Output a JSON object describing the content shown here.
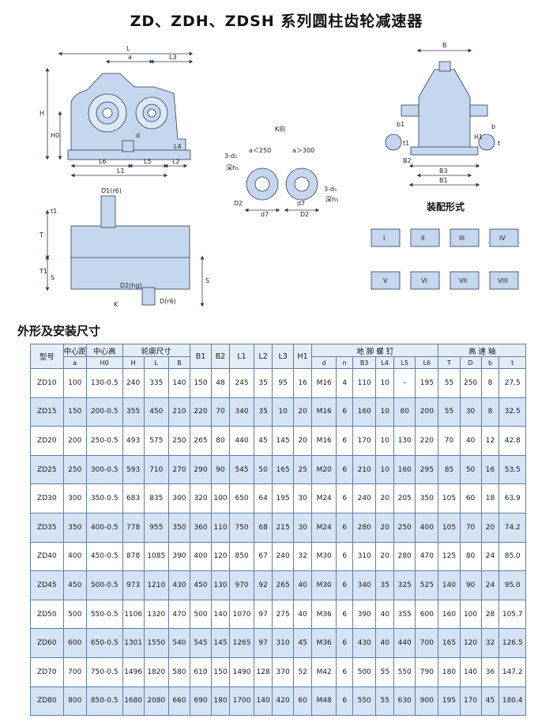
{
  "title": "ZD、ZDH、ZDSH 系列圆柱齿轮减速器",
  "drawing_labels": {
    "front": {
      "L": "L",
      "a": "a",
      "L3": "L3",
      "H": "H",
      "H0": "H0",
      "d": "d",
      "L4": "L4",
      "L6": "L6",
      "L5": "L5",
      "L2": "L2",
      "L1": "L1"
    },
    "side": {
      "B": "B",
      "b1": "b1",
      "t1": "t1",
      "b": "b",
      "t": "t",
      "H1": "H1",
      "B2": "B2",
      "B3": "B3",
      "B1": "B1"
    },
    "kview": {
      "title": "K向",
      "left_cond": "a＜250",
      "right_cond": "a＞300",
      "d5_left": "3-d₅",
      "h5_left": "深h₅",
      "d5_right": "3-d₅",
      "h5_right": "深h₅",
      "D2_left": "D2",
      "d7_left": "d7",
      "d7_right": "d7",
      "D2_right": "D2"
    },
    "top": {
      "D1": "D1(r6)",
      "t1": "t1",
      "T": "T",
      "T1": "T1",
      "S": "S",
      "S2": "S",
      "D2hg": "D2(hg)",
      "K": "K",
      "D": "D(r6)"
    },
    "assembly": {
      "title": "装配形式",
      "forms": [
        "I",
        "II",
        "III",
        "IV",
        "V",
        "VI",
        "VII",
        "VIII"
      ]
    }
  },
  "section_title": "外形及安装尺寸",
  "table": {
    "header_top": {
      "model": "型号",
      "a": "中心距",
      "h0": "中心高",
      "outline": "轮廓尺寸",
      "B1": "B1",
      "B2": "B2",
      "L1": "L1",
      "L2": "L2",
      "L3": "L3",
      "H1": "H1",
      "bolts": "地 脚 螺 钉",
      "shaft": "高 速 轴"
    },
    "header_sub": {
      "a": "a",
      "h0": "H0",
      "H": "H",
      "L": "L",
      "B": "B",
      "d": "d",
      "n": "n",
      "B3": "B3",
      "L4": "L4",
      "L5": "L5",
      "L6": "L6",
      "T": "T",
      "D": "D",
      "b": "b",
      "t": "t"
    },
    "rows": [
      [
        "ZD10",
        "100",
        "130-0.5",
        "240",
        "335",
        "140",
        "150",
        "48",
        "245",
        "35",
        "95",
        "16",
        "M16",
        "4",
        "110",
        "10",
        "–",
        "195",
        "55",
        "250",
        "8",
        "27.5"
      ],
      [
        "ZD15",
        "150",
        "200-0.5",
        "355",
        "450",
        "210",
        "220",
        "70",
        "340",
        "35",
        "10",
        "20",
        "M16",
        "6",
        "160",
        "10",
        "80",
        "200",
        "55",
        "30",
        "8",
        "32.5"
      ],
      [
        "ZD20",
        "200",
        "250-0.5",
        "493",
        "575",
        "250",
        "265",
        "80",
        "440",
        "45",
        "145",
        "20",
        "M16",
        "6",
        "170",
        "10",
        "130",
        "220",
        "70",
        "40",
        "12",
        "42.8"
      ],
      [
        "ZD25",
        "250",
        "300-0.5",
        "593",
        "710",
        "270",
        "290",
        "90",
        "545",
        "50",
        "165",
        "25",
        "M20",
        "6",
        "210",
        "10",
        "160",
        "295",
        "85",
        "50",
        "16",
        "53.5"
      ],
      [
        "ZD30",
        "300",
        "350-0.5",
        "683",
        "835",
        "300",
        "320",
        "100",
        "650",
        "64",
        "195",
        "30",
        "M24",
        "6",
        "240",
        "20",
        "205",
        "350",
        "105",
        "60",
        "18",
        "63.9"
      ],
      [
        "ZD35",
        "350",
        "400-0.5",
        "778",
        "955",
        "350",
        "360",
        "110",
        "750",
        "68",
        "215",
        "30",
        "M24",
        "6",
        "280",
        "20",
        "250",
        "400",
        "105",
        "70",
        "20",
        "74.2"
      ],
      [
        "ZD40",
        "400",
        "450-0.5",
        "878",
        "1085",
        "390",
        "400",
        "120",
        "850",
        "67",
        "240",
        "32",
        "M30",
        "6",
        "310",
        "20",
        "280",
        "470",
        "125",
        "80",
        "24",
        "85.0"
      ],
      [
        "ZD45",
        "450",
        "500-0.5",
        "973",
        "1210",
        "430",
        "450",
        "130",
        "970",
        "92",
        "265",
        "40",
        "M30",
        "6",
        "340",
        "35",
        "325",
        "525",
        "140",
        "90",
        "24",
        "95.0"
      ],
      [
        "ZD50",
        "500",
        "550-0.5",
        "1106",
        "1320",
        "470",
        "500",
        "140",
        "1070",
        "97",
        "275",
        "40",
        "M36",
        "6",
        "390",
        "40",
        "355",
        "600",
        "160",
        "100",
        "28",
        "105.7"
      ],
      [
        "ZD60",
        "600",
        "650-0.5",
        "1301",
        "1550",
        "540",
        "545",
        "145",
        "1265",
        "97",
        "310",
        "45",
        "M36",
        "6",
        "430",
        "40",
        "440",
        "700",
        "165",
        "120",
        "32",
        "126.5"
      ],
      [
        "ZD70",
        "700",
        "750-0.5",
        "1496",
        "1820",
        "580",
        "610",
        "150",
        "1490",
        "128",
        "370",
        "52",
        "M42",
        "6",
        "500",
        "55",
        "550",
        "790",
        "180",
        "140",
        "36",
        "147.2"
      ],
      [
        "ZD80",
        "800",
        "850-0.5",
        "1680",
        "2080",
        "660",
        "690",
        "180",
        "1700",
        "140",
        "420",
        "60",
        "M48",
        "6",
        "550",
        "55",
        "630",
        "900",
        "195",
        "170",
        "45",
        "180.4"
      ]
    ]
  },
  "colors": {
    "drawing_fill": "#c5d7ee",
    "drawing_stroke": "#2b3a55",
    "table_border": "#5f7fa8",
    "row_stripe": "#d5e3f4"
  }
}
